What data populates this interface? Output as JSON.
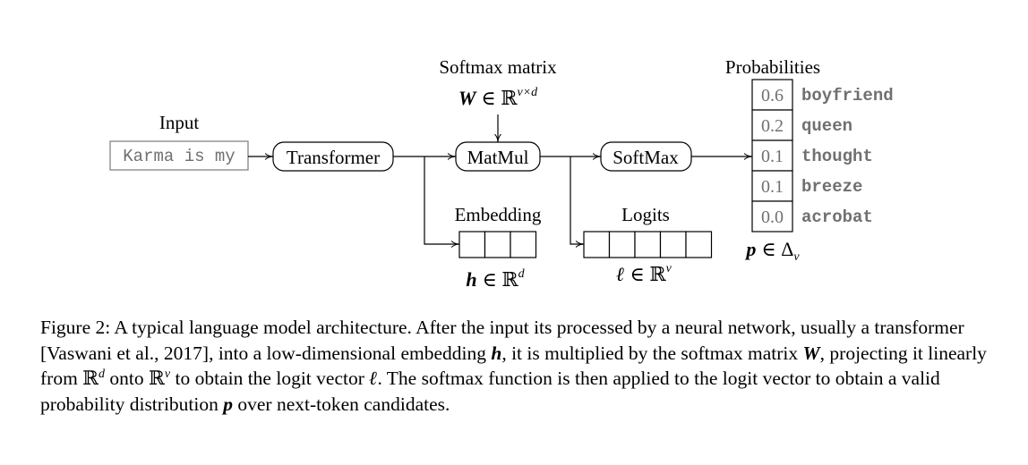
{
  "diagram": {
    "input_label": "Input",
    "input_text": "Karma is my",
    "transformer_label": "Transformer",
    "softmax_matrix_label": "Softmax matrix",
    "softmax_matrix_symbol": "W",
    "softmax_matrix_set": "∈ ℝ",
    "softmax_matrix_dims": "v×d",
    "matmul_label": "MatMul",
    "softmax_label": "SoftMax",
    "embedding_label": "Embedding",
    "embedding_symbol": "h",
    "embedding_set": "∈ ℝ",
    "embedding_dim": "d",
    "logits_label": "Logits",
    "logits_symbol": "ℓ",
    "logits_set": "∈ ℝ",
    "logits_dim": "v",
    "probabilities_label": "Probabilities",
    "prob_symbol": "p",
    "prob_set": "∈ Δ",
    "prob_sub": "v",
    "tokens": [
      {
        "prob": "0.6",
        "word": "boyfriend"
      },
      {
        "prob": "0.2",
        "word": "queen"
      },
      {
        "prob": "0.1",
        "word": "thought"
      },
      {
        "prob": "0.1",
        "word": "breeze"
      },
      {
        "prob": "0.0",
        "word": "acrobat"
      }
    ]
  },
  "caption": {
    "p1": "Figure 2:  A typical language model architecture. After the input its processed by a neural network, usually a transformer [Vaswani et al., 2017], into a low-dimensional embedding ",
    "sym_h": "h",
    "p2": ", it is multiplied by the softmax matrix ",
    "sym_W": "W",
    "p3": ", projecting it linearly from ",
    "R1": "ℝ",
    "sup_d": "d",
    "p4": " onto ",
    "R2": "ℝ",
    "sup_v": "v",
    "p5": " to obtain the logit vector ",
    "sym_l": "ℓ",
    "p6": ". The softmax function is then applied to the logit vector to obtain a valid probability distribution ",
    "sym_p": "p",
    "p7": " over next-token candidates."
  },
  "colors": {
    "token_text": "#707070",
    "box_stroke": "#000000"
  }
}
